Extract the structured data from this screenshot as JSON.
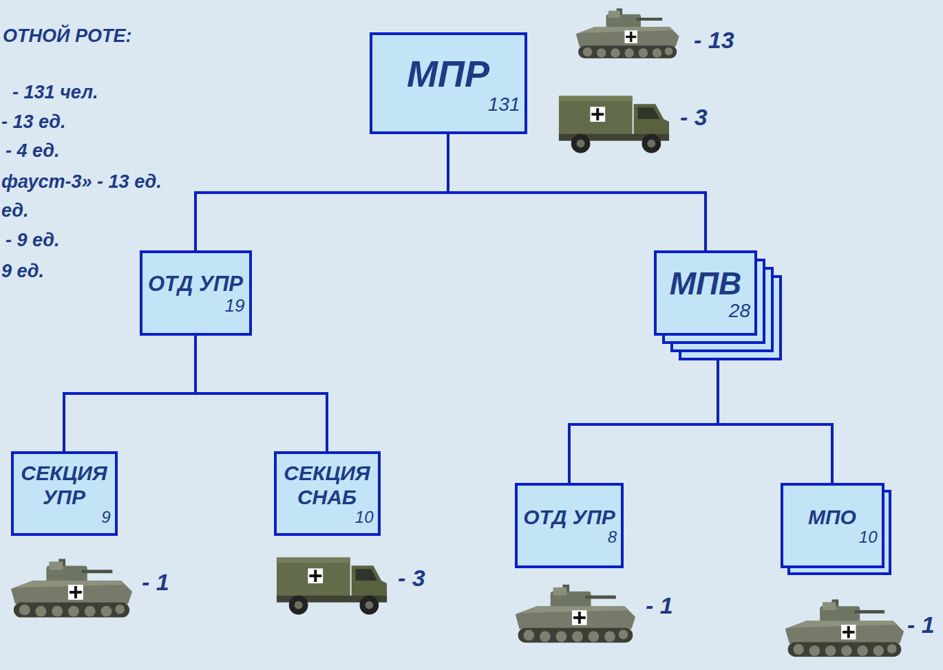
{
  "diagram": {
    "nodes": [
      {
        "text": [
          "МПР",
          "131"
        ]
      },
      {
        "text": [
          "ОТД УПР",
          "19"
        ]
      },
      {
        "text": [
          "МПВ",
          "28"
        ]
      },
      {
        "text": [
          "СЕКЦИЯ УПР",
          "9"
        ]
      },
      {
        "text": [
          "СЕКЦИЯ СНАБ",
          "10"
        ]
      },
      {
        "text": [
          "ОТД УПР",
          "8"
        ]
      },
      {
        "text": [
          "МПО",
          "10"
        ]
      }
    ],
    "edges": [
      {
        "from": 0,
        "to": 1,
        "arrow": "none"
      },
      {
        "from": 0,
        "to": 2,
        "arrow": "none"
      },
      {
        "from": 1,
        "to": 3,
        "arrow": "none"
      },
      {
        "from": 1,
        "to": 4,
        "arrow": "none"
      },
      {
        "from": 2,
        "to": 5,
        "arrow": "none"
      },
      {
        "from": 2,
        "to": 6,
        "arrow": "none"
      }
    ],
    "labels": [
      "ОТНОЙ РОТЕ:",
      "- 131 чел.",
      "- 13 ед.",
      "- 4 ед.",
      "фауст-3» - 13 ед.",
      "ед.",
      "- 9 ед.",
      "9 ед.",
      "- 13",
      "- 3",
      "- 1",
      "- 3",
      "- 1",
      "- 1"
    ]
  }
}
